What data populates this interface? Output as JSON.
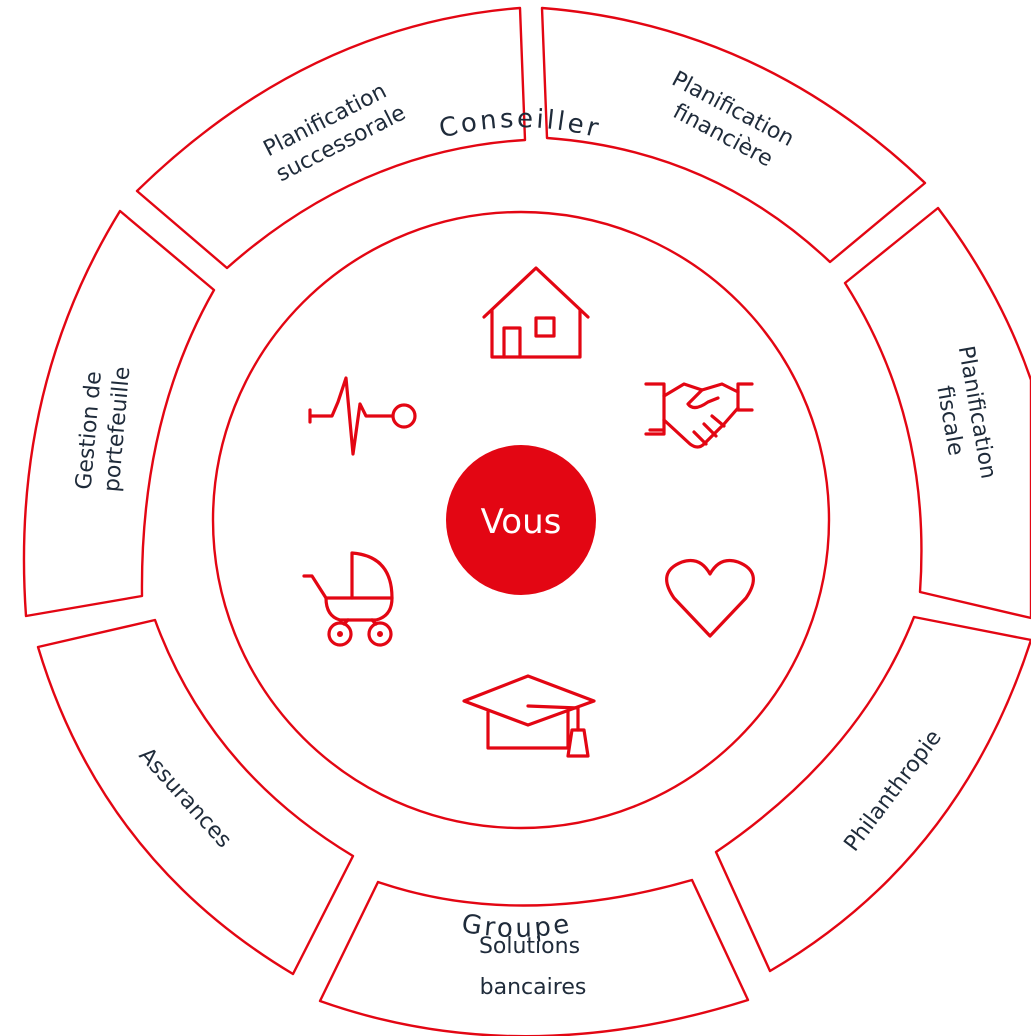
{
  "center": {
    "label": "Vous",
    "color": "#e30613"
  },
  "rings": {
    "top_label": "Conseiller",
    "bottom_label": "Groupe"
  },
  "segments": [
    {
      "id": "planification-successorale",
      "lines": [
        "Planification",
        "successorale"
      ]
    },
    {
      "id": "planification-financiere",
      "lines": [
        "Planification",
        "financière"
      ]
    },
    {
      "id": "planification-fiscale",
      "lines": [
        "Planification",
        "fiscale"
      ]
    },
    {
      "id": "philanthropie",
      "lines": [
        "Philanthropie"
      ]
    },
    {
      "id": "solutions-bancaires",
      "lines": [
        "Solutions",
        "bancaires"
      ]
    },
    {
      "id": "assurances",
      "lines": [
        "Assurances"
      ]
    },
    {
      "id": "gestion-de-portefeuille",
      "lines": [
        "Gestion de",
        "portefeuille"
      ]
    }
  ],
  "icons": [
    "house-icon",
    "handshake-icon",
    "heart-icon",
    "graduation-cap-icon",
    "stroller-icon",
    "heartbeat-icon"
  ],
  "colors": {
    "accent": "#e30613",
    "text": "#1f2b3a",
    "background": "#ffffff"
  }
}
